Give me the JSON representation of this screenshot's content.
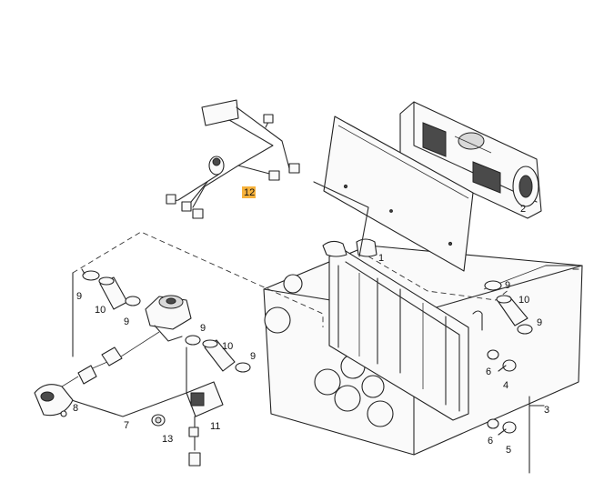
{
  "labels": {
    "p1": "1",
    "p2": "2",
    "p3": "3",
    "p4": "4",
    "p5": "5",
    "p6a": "6",
    "p6b": "6",
    "p7": "7",
    "p8": "8",
    "p9a": "9",
    "p9b": "9",
    "p9c": "9",
    "p9d": "9",
    "p9e": "9",
    "p9f": "9",
    "p10a": "10",
    "p10b": "10",
    "p10c": "10",
    "p11": "11",
    "p12": "12",
    "p13": "13"
  },
  "colors": {
    "highlight": "#f7b23b",
    "line": "#2a2a2a",
    "background": "#ffffff"
  }
}
